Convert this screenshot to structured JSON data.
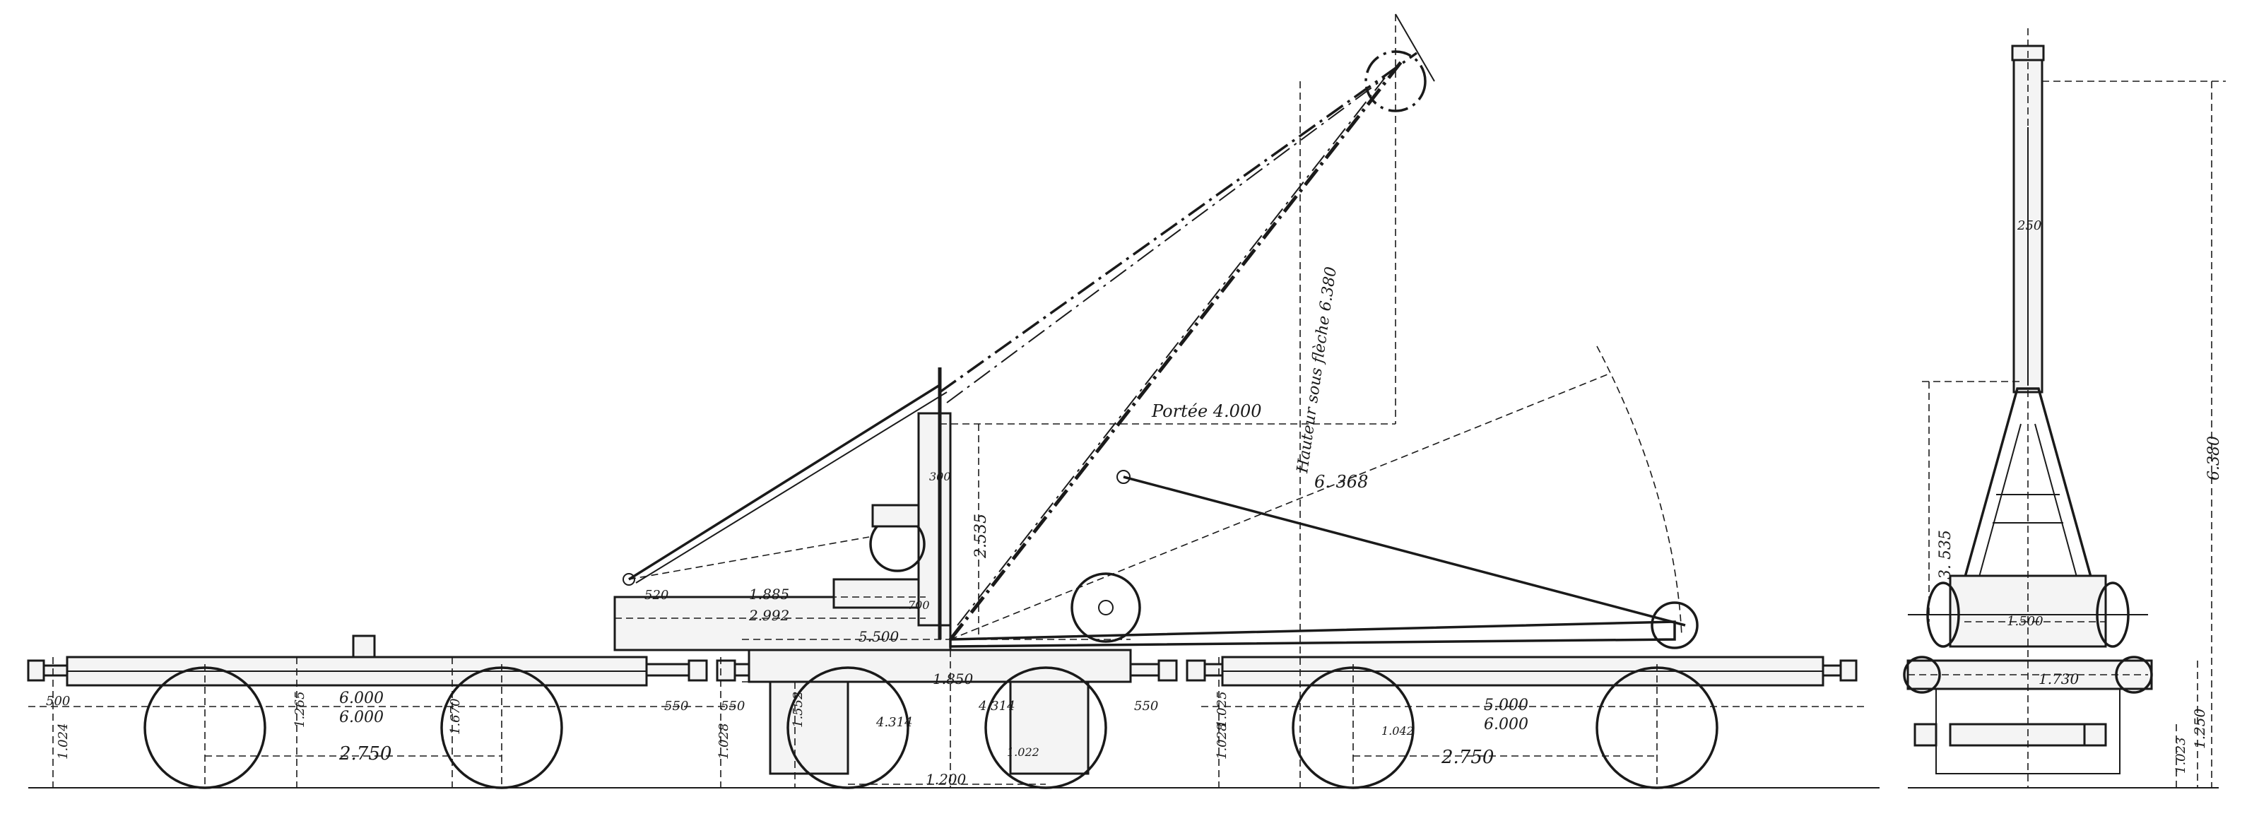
{
  "side_view": {
    "dimensions": {
      "portee": "Portée 4.000",
      "hauteur": "Hauteur sous flèche 6.380",
      "radius": "6. 368",
      "jib_height": "2.535",
      "d_300": "300",
      "d_520": "520",
      "d_1885": "1.885",
      "d_2992": "2.992",
      "d_700": "700",
      "d_5500": "5.500",
      "d_1850": "1.850",
      "d_4314_a": "4.314",
      "d_4314_b": "4.314",
      "d_1200": "1.200",
      "d_1022": "1.022",
      "d_1552": "1.552",
      "d_1028_l": "1.028",
      "d_1028_r": "1.028",
      "d_550_a": "550",
      "d_550_b": "550",
      "d_550_c": "550",
      "d_500": "500",
      "d_1024": "1.024",
      "d_1265": "1.265",
      "d_1670": "1.670",
      "d_1025": "1.025",
      "d_6000_l1": "6.000",
      "d_6000_l2": "6.000",
      "d_2750_l": "2.750",
      "d_5000": "5.000",
      "d_6000_r": "6.000",
      "d_2750_r": "2.750",
      "d_1042": "1.042"
    }
  },
  "end_view": {
    "dimensions": {
      "d_250": "250",
      "d_6380": "6.380",
      "d_3535": "3. 535",
      "d_1500": "1.500",
      "d_1730": "1.730",
      "d_1250": "1.250",
      "d_1023": "1.023"
    }
  }
}
